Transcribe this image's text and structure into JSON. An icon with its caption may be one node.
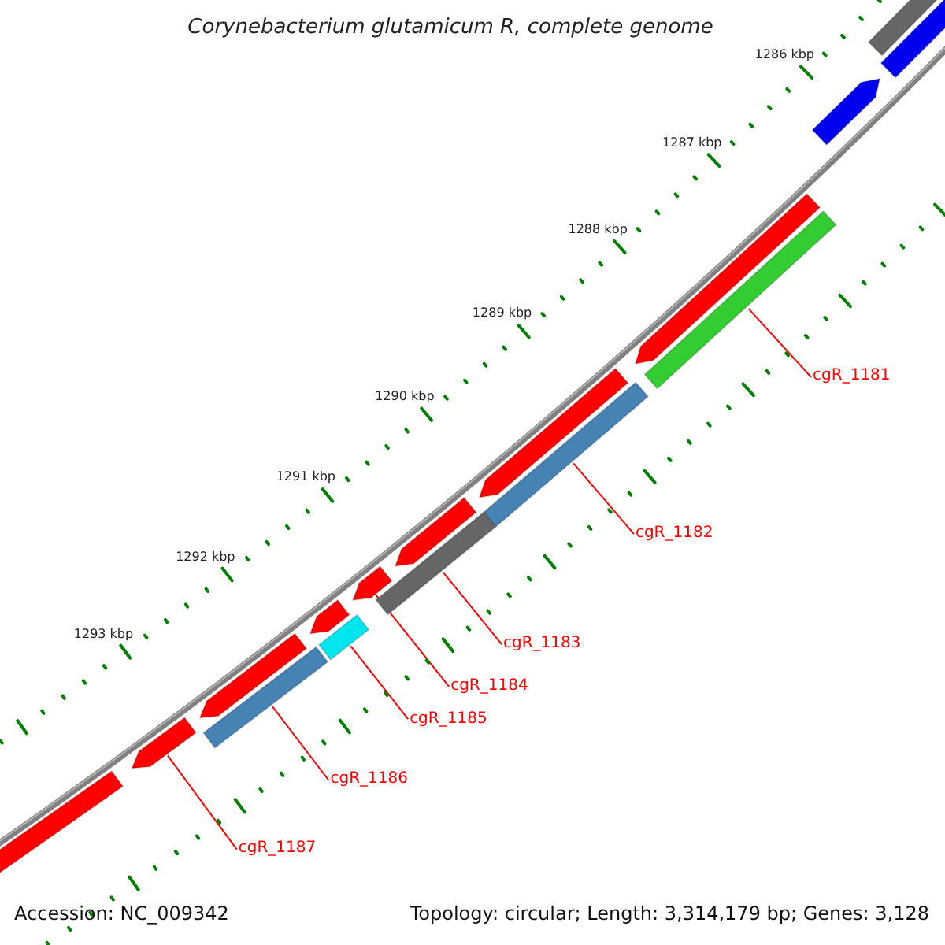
{
  "diagram": {
    "title": "Corynebacterium glutamicum R, complete genome",
    "nodes": [
      {
        "text": [
          "cgR_1181"
        ]
      },
      {
        "text": [],
        "shape": "bar"
      },
      {
        "text": [
          "cgR_1182"
        ]
      },
      {
        "text": [],
        "shape": "bar"
      },
      {
        "text": [
          "cgR_1183"
        ]
      },
      {
        "text": [],
        "shape": "bar"
      },
      {
        "text": [
          "cgR_1184"
        ]
      },
      {
        "text": [],
        "shape": "bar"
      },
      {
        "text": [
          "cgR_1185"
        ]
      },
      {
        "text": [],
        "shape": "bar"
      },
      {
        "text": [
          "cgR_1186"
        ]
      },
      {
        "text": [],
        "shape": "bar"
      },
      {
        "text": [
          "cgR_1187"
        ]
      },
      {
        "text": [],
        "shape": "bar"
      },
      {
        "text": [],
        "shape": "bar"
      },
      {
        "text": [],
        "shape": "bar"
      },
      {
        "text": [],
        "shape": "bar"
      },
      {
        "text": [],
        "shape": "bar"
      },
      {
        "text": [],
        "shape": "bar"
      },
      {
        "text": [],
        "shape": "bar"
      },
      {
        "text": [],
        "shape": "bar"
      },
      {
        "text": [],
        "shape": "bar"
      },
      {
        "text": [],
        "shape": "bar"
      }
    ],
    "edges": [
      {
        "from": 0,
        "to": 1,
        "arrow": "none"
      },
      {
        "from": 2,
        "to": 3,
        "arrow": "none"
      },
      {
        "from": 4,
        "to": 5,
        "arrow": "none"
      },
      {
        "from": 6,
        "to": 7,
        "arrow": "none"
      },
      {
        "from": 8,
        "to": 9,
        "arrow": "none"
      },
      {
        "from": 10,
        "to": 11,
        "arrow": "none"
      },
      {
        "from": 12,
        "to": 13,
        "arrow": "none"
      }
    ],
    "labels": [
      "1286 kbp",
      "1287 kbp",
      "1288 kbp",
      "1289 kbp",
      "1290 kbp",
      "1291 kbp",
      "1292 kbp",
      "1293 kbp",
      "Accession: NC_009342",
      "Topology: circular; Length: 3,314,179 bp; Genes: 3,128"
    ]
  }
}
